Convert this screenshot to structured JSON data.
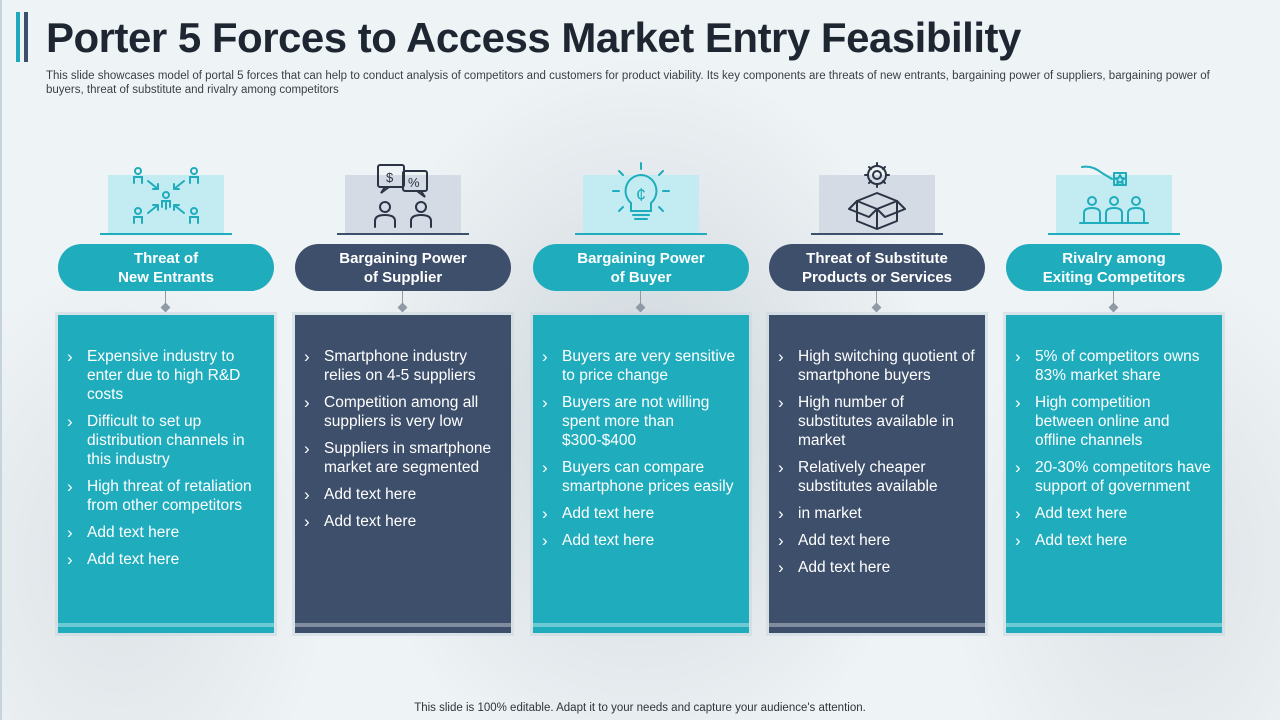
{
  "title": "Porter 5 Forces to Access Market Entry Feasibility",
  "subtitle": "This slide showcases model of portal 5 forces that can help to  conduct analysis of competitors and customers for product viability.  Its key components are threats of new entrants, bargaining power of suppliers, bargaining power of buyers, threat of substitute and rivalry among competitors",
  "colors": {
    "teal": "#1fadbd",
    "navy": "#3e4f6b",
    "title": "#1e2631"
  },
  "forces": [
    {
      "label_line1": "Threat of",
      "label_line2": "New Entrants",
      "icon": "network-people-icon",
      "items": [
        "Expensive industry to enter due to high R&D costs",
        "Difficult to set up distribution channels  in this industry",
        "High threat of retaliation from other competitors",
        "Add text here",
        "Add text here"
      ]
    },
    {
      "label_line1": "Bargaining Power",
      "label_line2": "of Supplier",
      "icon": "negotiation-icon",
      "items": [
        "Smartphone industry relies on 4-5 suppliers",
        "Competition among all suppliers is very low",
        "Suppliers in smartphone market are segmented",
        "Add text here",
        "Add text here"
      ]
    },
    {
      "label_line1": "Bargaining Power",
      "label_line2": "of Buyer",
      "icon": "lightbulb-cent-icon",
      "items": [
        "Buyers are very sensitive to price change",
        "Buyers are not willing spent more than $300-$400",
        "Buyers can compare smartphone prices easily",
        "Add text here",
        "Add text here"
      ]
    },
    {
      "label_line1": "Threat of Substitute",
      "label_line2": "Products or Services",
      "icon": "box-gear-icon",
      "items": [
        "High switching quotient of smartphone buyers",
        "High number  of substitutes available in market",
        "Relatively cheaper substitutes available",
        " in market",
        "Add text here",
        "Add text here"
      ]
    },
    {
      "label_line1": "Rivalry among",
      "label_line2": "Exiting Competitors",
      "icon": "competitors-icon",
      "items": [
        "5% of competitors owns 83% market share",
        "High competition between online and offline channels",
        "20-30% competitors have support of government",
        "Add text here",
        "Add text here"
      ]
    }
  ],
  "footer": "This slide is 100% editable. Adapt it to your needs and capture your audience's attention."
}
